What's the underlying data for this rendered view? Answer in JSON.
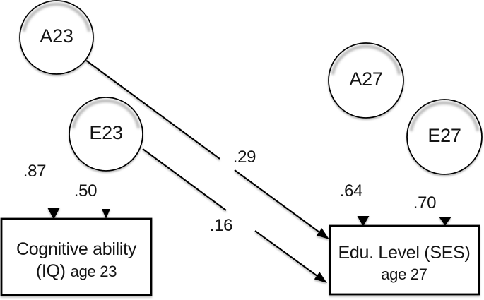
{
  "nodes": {
    "a23": "A23",
    "e23": "E23",
    "a27": "A27",
    "e27": "E27"
  },
  "boxes": {
    "iq": {
      "title": "Cognitive ability",
      "subtitle_main": "(IQ)",
      "subtitle_rest": "age 23"
    },
    "ses": {
      "title": "Edu. Level (SES)",
      "subtitle": "age 27"
    }
  },
  "edges": [
    {
      "from": "A23",
      "to": "Cognitive ability (IQ) age 23",
      "coefficient": ".87"
    },
    {
      "from": "E23",
      "to": "Cognitive ability (IQ) age 23",
      "coefficient": ".50"
    },
    {
      "from": "A23",
      "to": "Edu. Level (SES) age 27",
      "coefficient": ".29"
    },
    {
      "from": "E23",
      "to": "Edu. Level (SES) age 27",
      "coefficient": ".16"
    },
    {
      "from": "A27",
      "to": "Edu. Level (SES) age 27",
      "coefficient": ".64"
    },
    {
      "from": "E27",
      "to": "Edu. Level (SES) age 27",
      "coefficient": ".70"
    }
  ],
  "colors": {
    "line": "#000000",
    "node_fill": "#ffffff",
    "shadow": "#9a9a9a"
  }
}
